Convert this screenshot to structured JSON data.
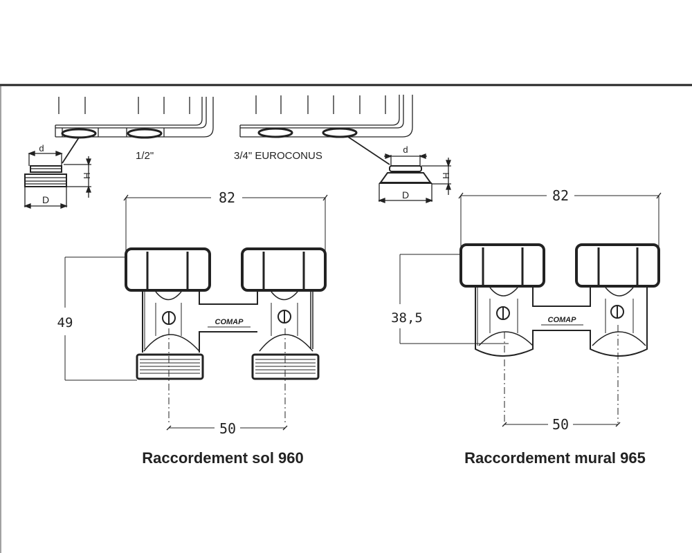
{
  "radiator_connections": {
    "left": {
      "thread_label": "1/2\"",
      "dim_small": "d",
      "dim_height": "H",
      "dim_large": "D"
    },
    "right": {
      "thread_label": "3/4\" EUROCONUS",
      "dim_small": "d",
      "dim_height": "H",
      "dim_large": "D"
    }
  },
  "valves": [
    {
      "name": "Raccordement sol 960",
      "width_dim": "82",
      "height_dim": "49",
      "spacing_dim": "50",
      "brand": "COMAP"
    },
    {
      "name": "Raccordement mural 965",
      "width_dim": "82",
      "height_dim": "38,5",
      "spacing_dim": "50",
      "brand": "COMAP"
    }
  ],
  "colors": {
    "ink": "#222222",
    "paper": "#ffffff"
  }
}
